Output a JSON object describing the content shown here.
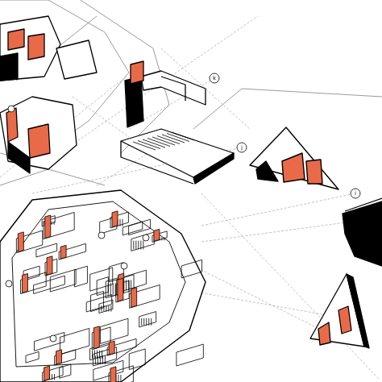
{
  "diagram": {
    "labels": [
      "k",
      "j",
      "i"
    ]
  }
}
